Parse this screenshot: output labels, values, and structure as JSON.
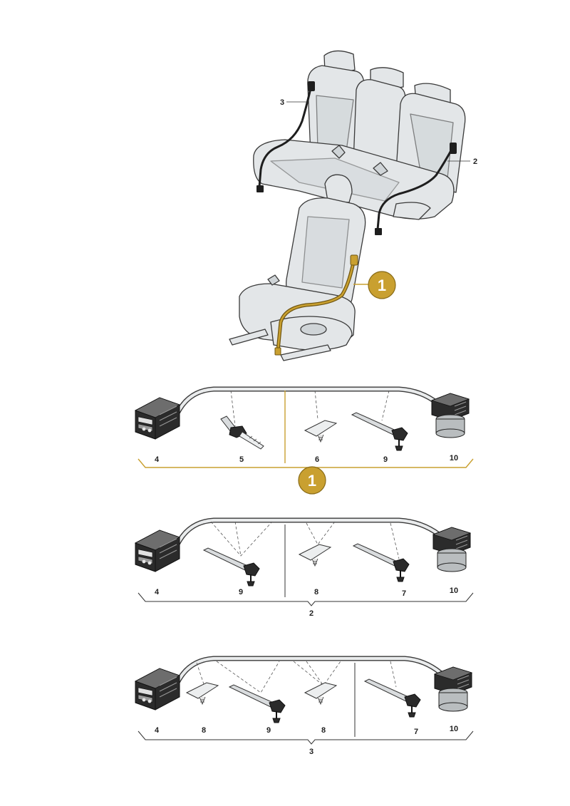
{
  "callouts": {
    "seat_callout": "1",
    "group1_callout": "1"
  },
  "seat_labels": {
    "left_rear": "3",
    "right_rear": "2"
  },
  "groups": [
    {
      "labels": [
        "4",
        "5",
        "6",
        "9",
        "10"
      ],
      "title": "1"
    },
    {
      "labels": [
        "4",
        "9",
        "8",
        "7",
        "10"
      ],
      "title": "2"
    },
    {
      "labels": [
        "4",
        "8",
        "9",
        "8",
        "7",
        "10"
      ],
      "title": "3"
    }
  ],
  "colors": {
    "accent_gold": "#c9a030",
    "outline": "#3a3a3a",
    "seat_fill": "#e3e6e8"
  },
  "icons": [
    "connector-plug-icon",
    "round-connector-icon",
    "cable-tie-icon",
    "push-clip-icon",
    "expanding-rivet-clip-icon"
  ]
}
